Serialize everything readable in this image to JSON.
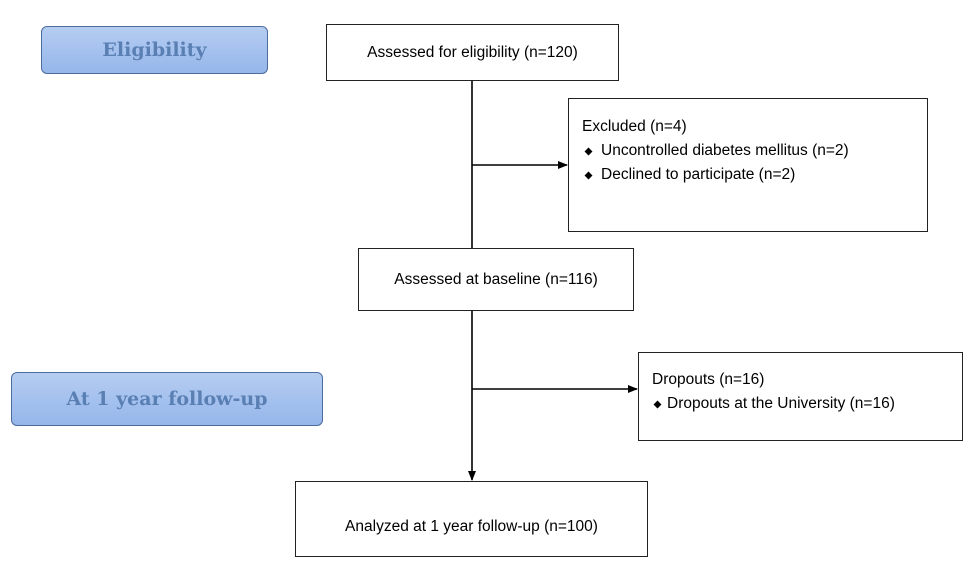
{
  "stages": {
    "eligibility": "Eligibility",
    "followup": "At 1 year follow-up"
  },
  "boxes": {
    "assessed": "Assessed for eligibility (n=120)",
    "excluded": {
      "title": "Excluded (n=4)",
      "items": [
        "Uncontrolled diabetes mellitus (n=2)",
        "Declined to participate (n=2)"
      ]
    },
    "baseline": "Assessed at baseline (n=116)",
    "dropouts": {
      "title": "Dropouts (n=16)",
      "items": [
        "Dropouts at the University (n=16)"
      ]
    },
    "analyzed": "Analyzed at 1 year follow-up (n=100)"
  },
  "colors": {
    "stage_fill": "#a3c0ee",
    "stage_border": "#4a6d9c",
    "stage_text": "#5a7fb3",
    "box_border": "#222222",
    "connector": "#000000"
  }
}
